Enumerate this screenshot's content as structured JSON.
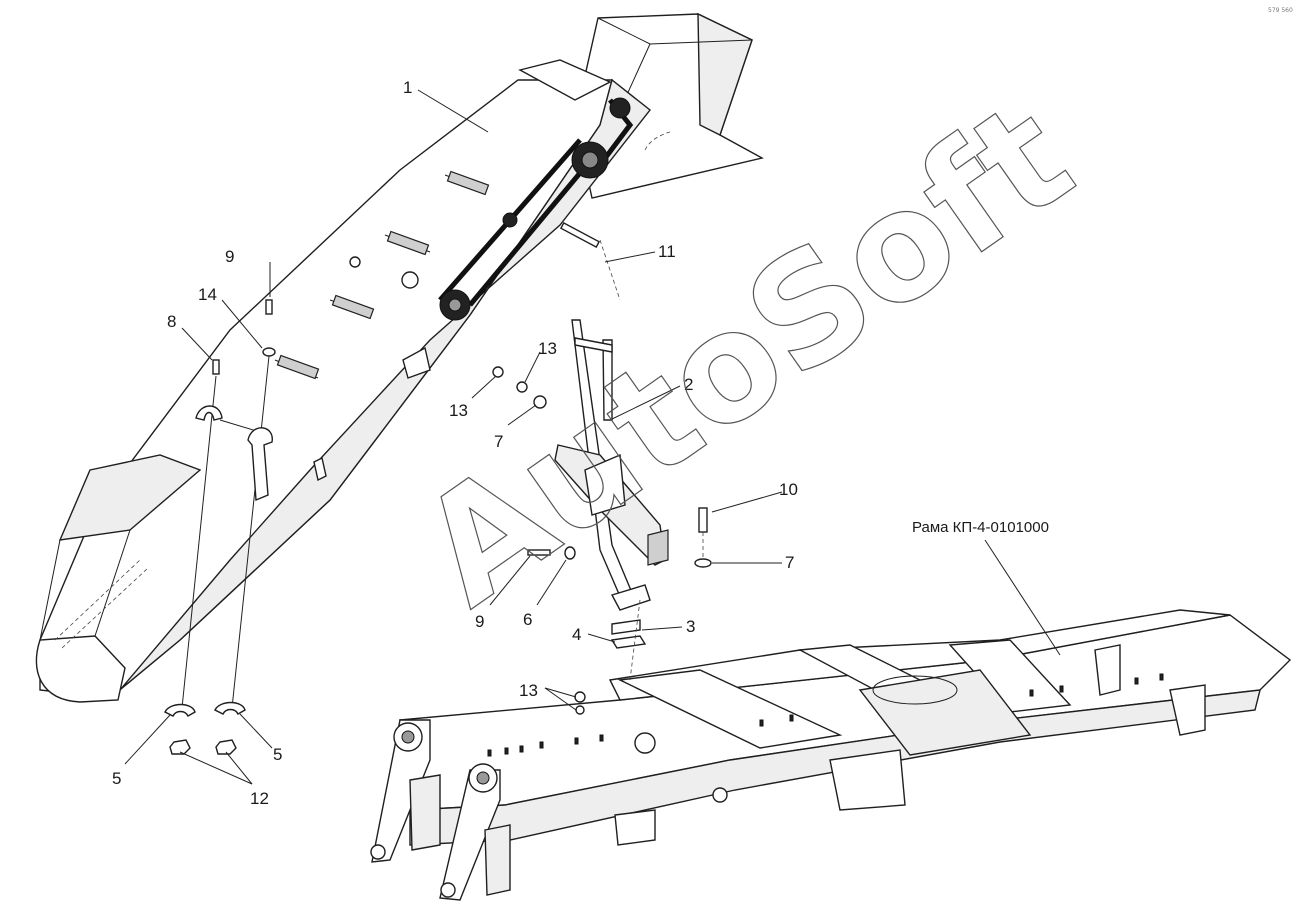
{
  "frame_label": "Рама КП-4-0101000",
  "watermark": "AutoSoft",
  "corner_mark": "579 560",
  "callouts": [
    {
      "id": "c1",
      "text": "1"
    },
    {
      "id": "c2",
      "text": "2"
    },
    {
      "id": "c3",
      "text": "3"
    },
    {
      "id": "c4",
      "text": "4"
    },
    {
      "id": "c5a",
      "text": "5"
    },
    {
      "id": "c5b",
      "text": "5"
    },
    {
      "id": "c6",
      "text": "6"
    },
    {
      "id": "c7a",
      "text": "7"
    },
    {
      "id": "c7b",
      "text": "7"
    },
    {
      "id": "c8",
      "text": "8"
    },
    {
      "id": "c9a",
      "text": "9"
    },
    {
      "id": "c9b",
      "text": "9"
    },
    {
      "id": "c10",
      "text": "10"
    },
    {
      "id": "c11",
      "text": "11"
    },
    {
      "id": "c12",
      "text": "12"
    },
    {
      "id": "c13a",
      "text": "13"
    },
    {
      "id": "c13b",
      "text": "13"
    },
    {
      "id": "c13c",
      "text": "13"
    },
    {
      "id": "c14",
      "text": "14"
    }
  ]
}
